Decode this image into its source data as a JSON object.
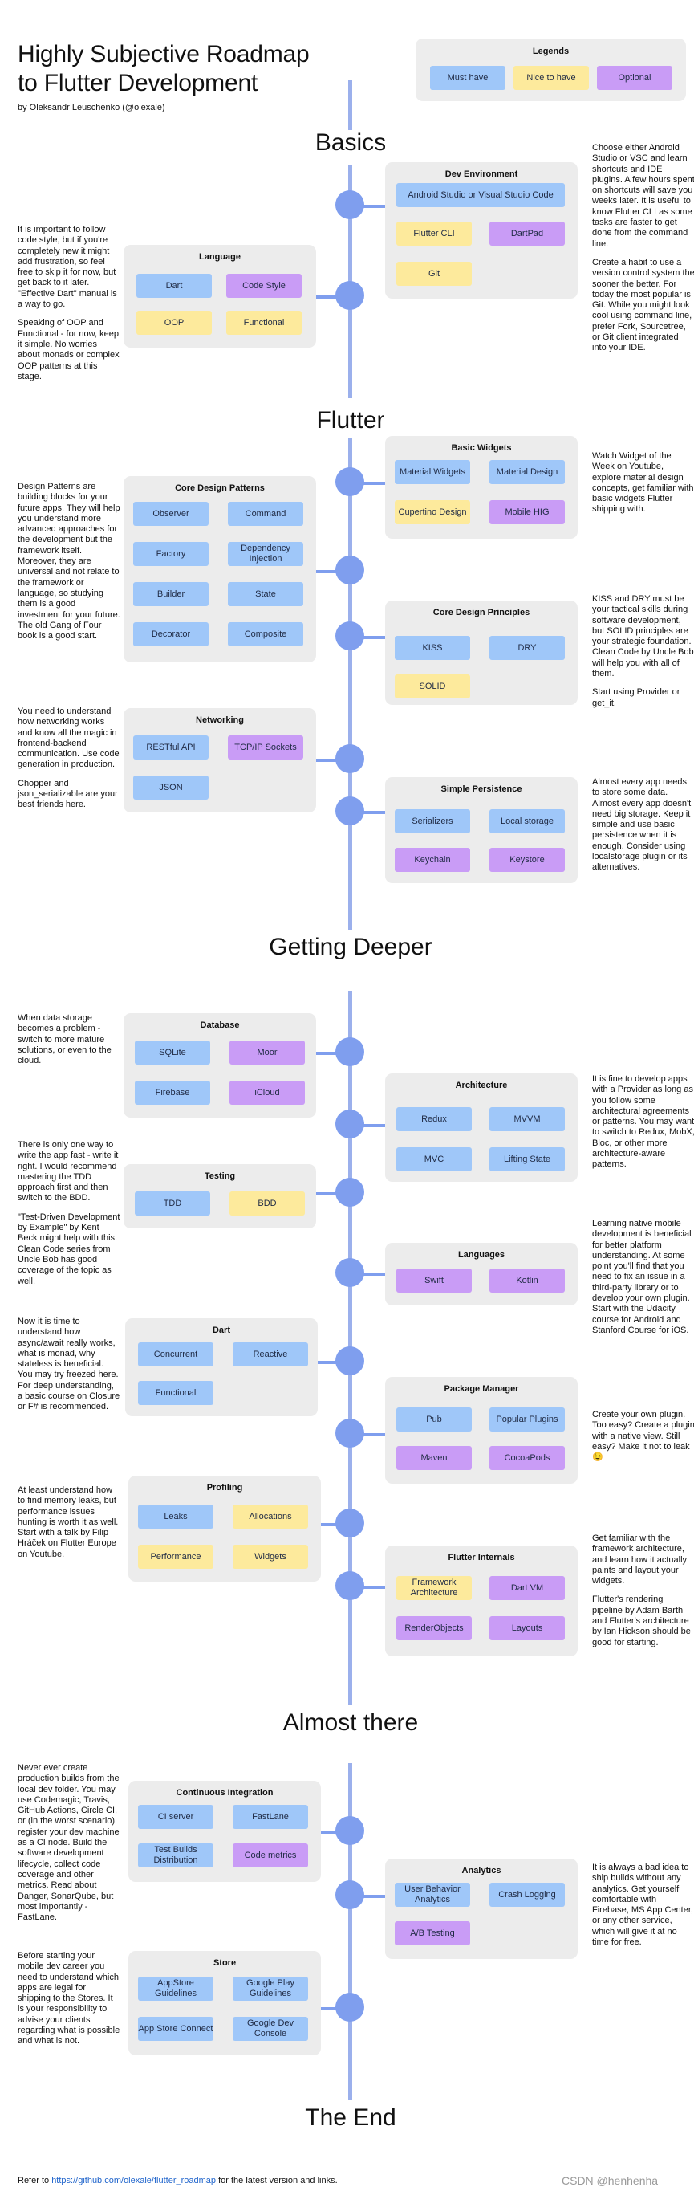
{
  "title": "Highly Subjective Roadmap to Flutter Development",
  "author": "by Oleksandr Leuschenko (@olexale)",
  "legends": {
    "title": "Legends",
    "must": "Must have",
    "nice": "Nice to have",
    "optional": "Optional"
  },
  "colors": {
    "must": "#9fc7f9",
    "nice": "#fdea9c",
    "optional": "#c99cf6",
    "spine": "#7f9eee"
  },
  "sections": [
    "Basics",
    "Flutter",
    "Getting Deeper",
    "Almost there",
    "The End"
  ],
  "panels": {
    "dev_env": {
      "title": "Dev Environment",
      "items": [
        "Android Studio or Visual Studio Code",
        "Flutter CLI",
        "DartPad",
        "Git"
      ]
    },
    "language": {
      "title": "Language",
      "items": [
        "Dart",
        "Code Style",
        "OOP",
        "Functional"
      ]
    },
    "basic_widgets": {
      "title": "Basic Widgets",
      "items": [
        "Material Widgets",
        "Material Design",
        "Cupertino Design",
        "Mobile HIG"
      ]
    },
    "core_patterns": {
      "title": "Core Design Patterns",
      "items": [
        "Observer",
        "Command",
        "Factory",
        "Dependency Injection",
        "Builder",
        "State",
        "Decorator",
        "Composite"
      ]
    },
    "core_principles": {
      "title": "Core Design Principles",
      "items": [
        "KISS",
        "DRY",
        "SOLID"
      ]
    },
    "networking": {
      "title": "Networking",
      "items": [
        "RESTful API",
        "TCP/IP Sockets",
        "JSON"
      ]
    },
    "persistence": {
      "title": "Simple Persistence",
      "items": [
        "Serializers",
        "Local storage",
        "Keychain",
        "Keystore"
      ]
    },
    "database": {
      "title": "Database",
      "items": [
        "SQLite",
        "Moor",
        "Firebase",
        "iCloud"
      ]
    },
    "architecture": {
      "title": "Architecture",
      "items": [
        "Redux",
        "MVVM",
        "MVC",
        "Lifting State"
      ]
    },
    "testing": {
      "title": "Testing",
      "items": [
        "TDD",
        "BDD"
      ]
    },
    "languages": {
      "title": "Languages",
      "items": [
        "Swift",
        "Kotlin"
      ]
    },
    "dart": {
      "title": "Dart",
      "items": [
        "Concurrent",
        "Reactive",
        "Functional"
      ]
    },
    "package_manager": {
      "title": "Package Manager",
      "items": [
        "Pub",
        "Popular Plugins",
        "Maven",
        "CocoaPods"
      ]
    },
    "profiling": {
      "title": "Profiling",
      "items": [
        "Leaks",
        "Allocations",
        "Performance",
        "Widgets"
      ]
    },
    "internals": {
      "title": "Flutter Internals",
      "items": [
        "Framework Architecture",
        "Dart VM",
        "RenderObjects",
        "Layouts"
      ]
    },
    "ci": {
      "title": "Continuous Integration",
      "items": [
        "CI server",
        "FastLane",
        "Test Builds Distribution",
        "Code metrics"
      ]
    },
    "analytics": {
      "title": "Analytics",
      "items": [
        "User Behavior Analytics",
        "Crash Logging",
        "A/B Testing"
      ]
    },
    "store": {
      "title": "Store",
      "items": [
        "AppStore Guidelines",
        "Google Play Guidelines",
        "App Store Connect",
        "Google Dev Console"
      ]
    }
  },
  "notes": {
    "dev_env": [
      "Choose either Android Studio or VSC and learn shortcuts and IDE plugins. A few hours spent on shortcuts will save you weeks later. It is useful to know Flutter CLI as some tasks are faster to get done from the command line.",
      "Create a habit to use a version control system the sooner the better. For today the most popular is Git. While you might look cool using command line, prefer Fork, Sourcetree, or Git client integrated into your IDE."
    ],
    "language": [
      "It is important to follow code style, but if you're completely new it might add frustration, so feel free to skip it for now, but get back to it later. \"Effective Dart\" manual is a way to go.",
      "Speaking of OOP and Functional - for now, keep it simple. No worries about monads or complex OOP patterns at this stage."
    ],
    "basic_widgets": [
      "Watch Widget of the Week on Youtube, explore material design concepts, get familiar with basic widgets Flutter shipping with."
    ],
    "core_patterns": [
      "Design Patterns are building blocks for your future apps. They will help you understand more advanced approaches for the development but the framework itself. Moreover, they are universal and not relate to the framework or language, so studying them is a good investment for your future. The old Gang of Four book is a good start."
    ],
    "core_principles": [
      "KISS and DRY must be your tactical skills during software development, but SOLID principles are your strategic foundation. Clean Code by Uncle Bob will help you with all of them.",
      "Start using Provider or get_it."
    ],
    "networking": [
      "You need to understand how networking works and know all the magic in frontend-backend communication. Use code generation in production.",
      "Chopper and json_serializable are your best friends here."
    ],
    "persistence": [
      "Almost every app needs to store some data. Almost every app doesn't need big storage. Keep it simple and use basic persistence when it is enough. Consider using localstorage plugin or its alternatives."
    ],
    "database": [
      "When data storage becomes a problem - switch to more mature solutions, or even to the cloud."
    ],
    "architecture": [
      "It is fine to develop apps with a Provider as long as you follow some architectural agreements or patterns. You may want to switch to Redux, MobX, Bloc, or other more architecture-aware patterns."
    ],
    "testing": [
      "There is only one way to write the app fast - write it right. I would recommend mastering the TDD approach first and then switch to the BDD.",
      "\"Test-Driven Development by Example\" by Kent Beck might help with this. Clean Code series from Uncle Bob has good coverage of the topic as well."
    ],
    "languages": [
      "Learning native mobile development is beneficial for better platform understanding. At some point you'll find that you need to fix an issue in a third-party library or to develop your own plugin. Start with the Udacity course for Android and Stanford Course for iOS."
    ],
    "dart": [
      "Now it is time to understand how async/await really works, what is monad, why stateless is beneficial. You may try freezed here. For deep understanding, a basic course on Closure or F# is recommended."
    ],
    "package_manager": [
      "Create your own plugin. Too easy? Create a plugin with a native view. Still easy? Make it not to leak 😉"
    ],
    "profiling": [
      "At least understand how to find memory leaks, but performance issues hunting is worth it as well. Start with a talk by Filip Hráček on Flutter Europe on Youtube."
    ],
    "internals": [
      "Get familiar with the framework architecture, and learn how it actually paints and layout your widgets.",
      "Flutter's rendering pipeline by Adam Barth and Flutter's architecture by Ian Hickson should be good for starting."
    ],
    "ci": [
      "Never ever create production builds from the local dev folder. You may use Codemagic, Travis, GitHub Actions, Circle CI, or (in the worst scenario) register your dev machine as a CI node. Build the software development lifecycle, collect code coverage and other metrics. Read about Danger, SonarQube, but most importantly - FastLane."
    ],
    "analytics": [
      "It is always a bad idea to ship builds without any analytics. Get yourself comfortable with Firebase, MS App Center, or any other service, which will give it at no time for free."
    ],
    "store": [
      "Before starting your mobile dev career you need to understand which apps are legal for shipping to the Stores. It is your responsibility to advise your clients regarding what is possible and what is not."
    ]
  },
  "footer": {
    "prefix": "Refer to ",
    "link": "https://github.com/olexale/flutter_roadmap",
    "suffix": " for the latest version and links."
  },
  "watermark": "CSDN @henhenha"
}
